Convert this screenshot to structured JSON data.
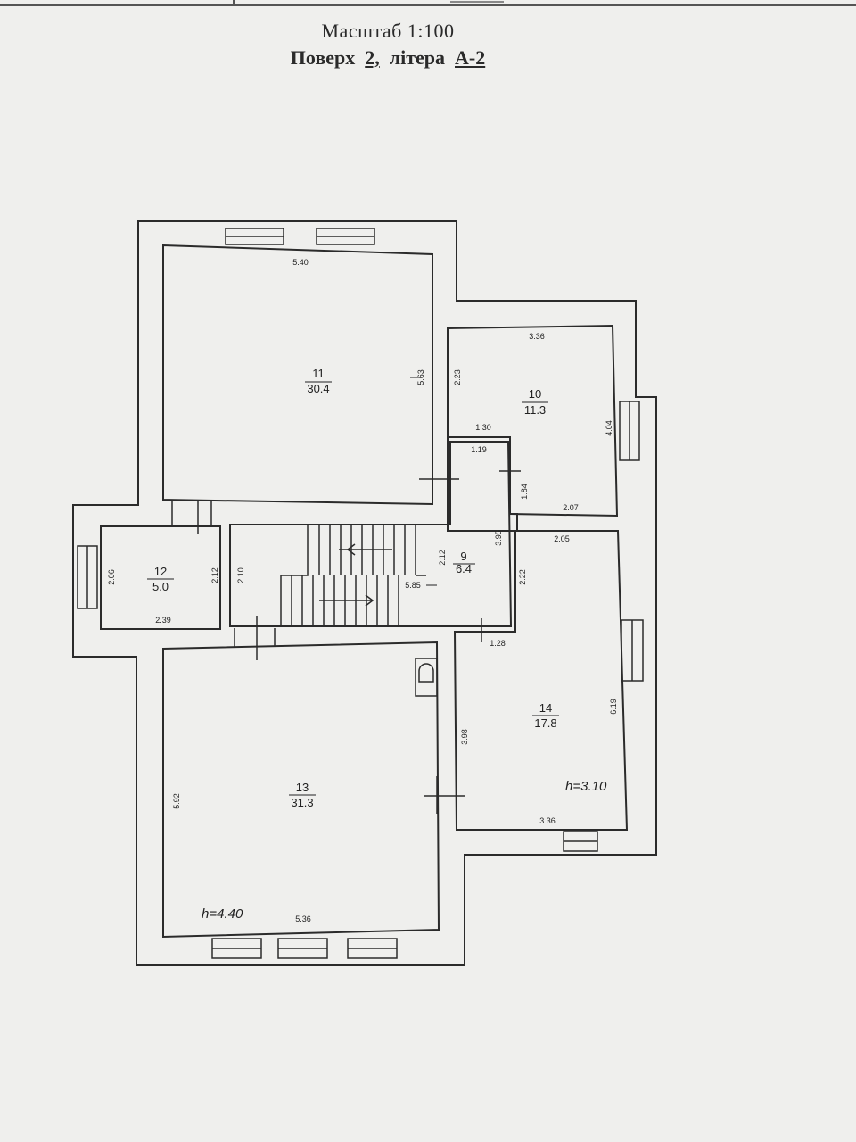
{
  "header": {
    "scale_label": "Масштаб 1:100",
    "floor_word": "Поверх",
    "floor_number": "2,",
    "letter_word": "літера",
    "letter_code": "А-2"
  },
  "rooms": [
    {
      "number": "11",
      "area": "30.4"
    },
    {
      "number": "10",
      "area": "11.3"
    },
    {
      "number": "9",
      "area": "6.4"
    },
    {
      "number": "12",
      "area": "5.0"
    },
    {
      "number": "13",
      "area": "31.3"
    },
    {
      "number": "14",
      "area": "17.8"
    }
  ],
  "dimensions": {
    "r11_width": "5.40",
    "r11_height": "5.63",
    "r10_top": "3.36",
    "r10_left": "2.23",
    "r10_right": "4.04",
    "r10_bottom": "2.07",
    "hall_upper_left": "1.30",
    "hall_upper_top": "1.19",
    "hall_upper_right": "1.84",
    "r9_width": "5.85",
    "r9_left": "2.10",
    "r9_inner": "2.12",
    "r9_right": "3.95",
    "r12_left": "2.06",
    "r12_right": "2.12",
    "r12_bottom": "2.39",
    "r14_top": "2.05",
    "r14_left_upper": "2.22",
    "r14_notch": "1.28",
    "r14_left": "3.98",
    "r14_right": "6.19",
    "r14_bottom": "3.36",
    "r13_left": "5.92",
    "r13_bottom": "5.36"
  },
  "heights": {
    "r14": "h=3.10",
    "r13": "h=4.40"
  }
}
